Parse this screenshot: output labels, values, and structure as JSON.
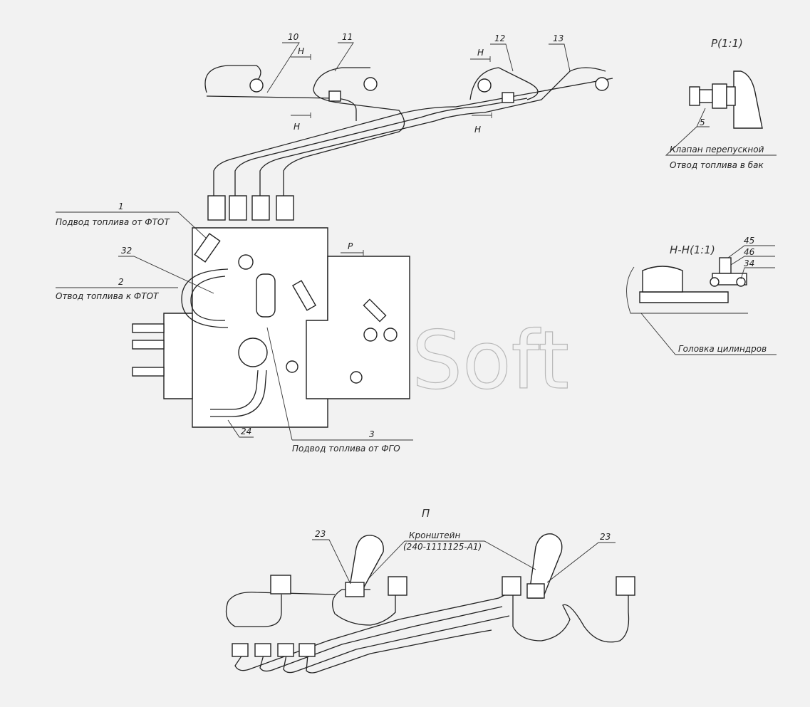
{
  "watermark": "AutoSoft",
  "views": {
    "p_view": "Р(1:1)",
    "h_section": "Н-Н(1:1)",
    "pi_view": "П"
  },
  "section_markers": {
    "h": "Н",
    "p": "Р"
  },
  "callouts": {
    "n1": "1",
    "n2": "2",
    "n3": "3",
    "n5": "5",
    "n10": "10",
    "n11": "11",
    "n12": "12",
    "n13": "13",
    "n23": "23",
    "n24": "24",
    "n32": "32",
    "n34": "34",
    "n45": "45",
    "n46": "46"
  },
  "labels": {
    "supply_ftot": "Подвод топлива от ФТОТ",
    "return_ftot": "Отвод топлива к ФТОТ",
    "supply_fgo": "Подвод топлива от ФГО",
    "bypass_valve": "Клапан перепускной",
    "tank_return": "Отвод топлива в бак",
    "cylinder_head": "Головка цилиндров",
    "bracket": "Кронштейн",
    "bracket_part": "(240-1111125-А1)"
  }
}
